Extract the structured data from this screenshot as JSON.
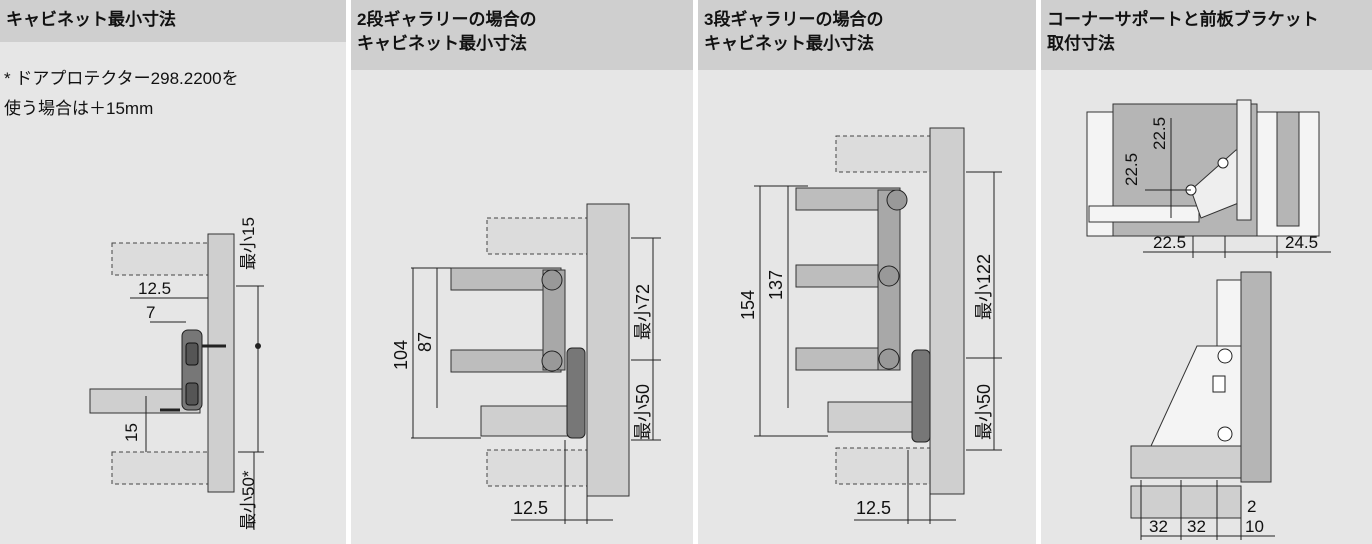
{
  "panels": [
    {
      "title_lines": [
        "キャビネット最小寸法"
      ],
      "note_lines": [
        "* ドアプロテクター298.2200を",
        "使う場合は＋15mm"
      ],
      "dims": {
        "a": "最小15",
        "b": "12.5",
        "c": "7",
        "d": "15",
        "e": "最小50*"
      }
    },
    {
      "title_lines": [
        "2段ギャラリーの場合の",
        "キャビネット最小寸法"
      ],
      "dims": {
        "a": "104",
        "b": "87",
        "c": "最小72",
        "d": "最小50",
        "e": "12.5"
      }
    },
    {
      "title_lines": [
        "3段ギャラリーの場合の",
        "キャビネット最小寸法"
      ],
      "dims": {
        "a": "154",
        "b": "137",
        "c": "最小122",
        "d": "最小50",
        "e": "12.5"
      }
    },
    {
      "title_lines": [
        "コーナーサポートと前板ブラケット",
        "取付寸法"
      ],
      "dims": {
        "a": "22.5",
        "b": "22.5",
        "c": "22.5",
        "d": "24.5",
        "e": "32",
        "f": "32",
        "g": "2",
        "h": "10"
      }
    }
  ]
}
